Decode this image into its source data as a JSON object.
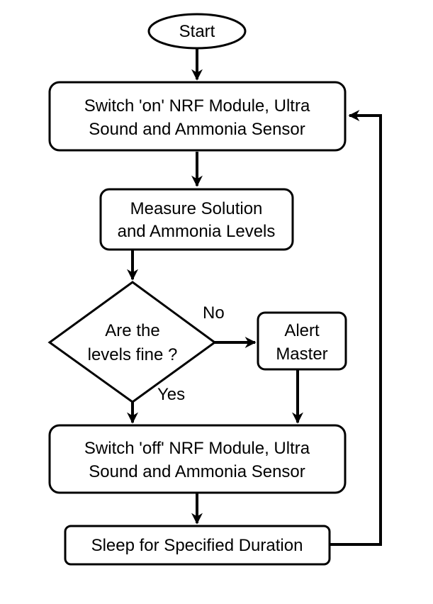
{
  "diagram": {
    "nodes": {
      "start": {
        "label": "Start"
      },
      "switch_on": {
        "line1": "Switch 'on' NRF Module, Ultra",
        "line2": "Sound and Ammonia Sensor"
      },
      "measure": {
        "line1": "Measure Solution",
        "line2": "and Ammonia Levels"
      },
      "decision": {
        "line1": "Are the",
        "line2": "levels fine ?"
      },
      "alert": {
        "line1": "Alert",
        "line2": "Master"
      },
      "switch_off": {
        "line1": "Switch 'off' NRF Module, Ultra",
        "line2": "Sound and Ammonia Sensor"
      },
      "sleep": {
        "label": "Sleep for Specified Duration"
      }
    },
    "edges": {
      "no_label": "No",
      "yes_label": "Yes"
    }
  }
}
